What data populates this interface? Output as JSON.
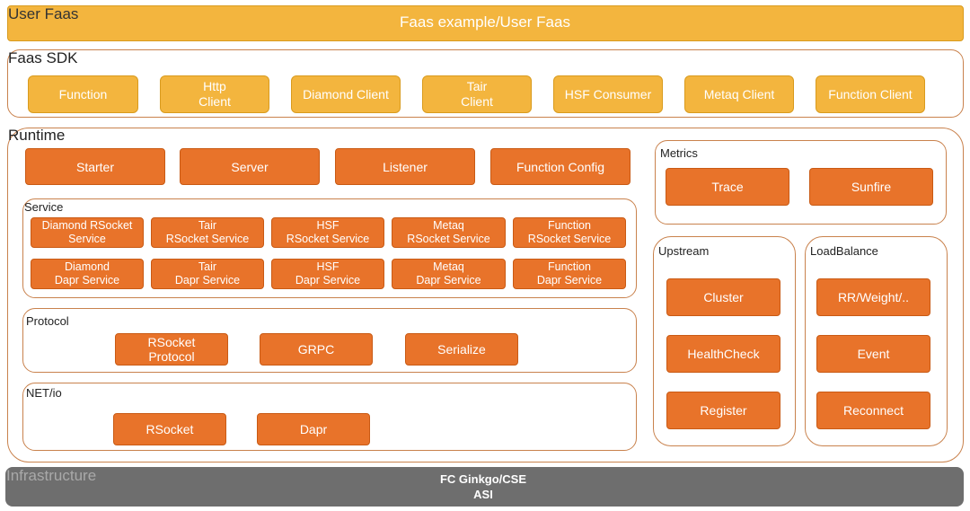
{
  "user_faas": {
    "label": "User Faas",
    "banner": "Faas example/User Faas"
  },
  "sdk": {
    "label": "Faas SDK",
    "items": [
      "Function",
      "Http\nClient",
      "Diamond Client",
      "Tair\nClient",
      "HSF Consumer",
      "Metaq Client",
      "Function Client"
    ]
  },
  "runtime": {
    "label": "Runtime",
    "top_items": [
      "Starter",
      "Server",
      "Listener",
      "Function Config"
    ],
    "service": {
      "label": "Service",
      "rsocket_row": [
        "Diamond RSocket\nService",
        "Tair\nRSocket Service",
        "HSF\nRSocket Service",
        "Metaq\nRSocket Service",
        "Function\nRSocket Service"
      ],
      "dapr_row": [
        "Diamond\nDapr Service",
        "Tair\nDapr Service",
        "HSF\nDapr Service",
        "Metaq\nDapr Service",
        "Function\nDapr Service"
      ]
    },
    "protocol": {
      "label": "Protocol",
      "items": [
        "RSocket\nProtocol",
        "GRPC",
        "Serialize"
      ]
    },
    "netio": {
      "label": "NET/io",
      "items": [
        "RSocket",
        "Dapr"
      ]
    },
    "metrics": {
      "label": "Metrics",
      "items": [
        "Trace",
        "Sunfire"
      ]
    },
    "upstream": {
      "label": "Upstream",
      "items": [
        "Cluster",
        "HealthCheck",
        "Register"
      ]
    },
    "loadbalance": {
      "label": "LoadBalance",
      "items": [
        "RR/Weight/..",
        "Event",
        "Reconnect"
      ]
    }
  },
  "infrastructure": {
    "label": "Infrastructure",
    "line1": "FC Ginkgo/CSE",
    "line2": "ASI"
  },
  "colors": {
    "yellow": "#f3b53e",
    "orange": "#e8732a",
    "gray": "#6e6e6e",
    "frame_border": "#c9824d"
  }
}
